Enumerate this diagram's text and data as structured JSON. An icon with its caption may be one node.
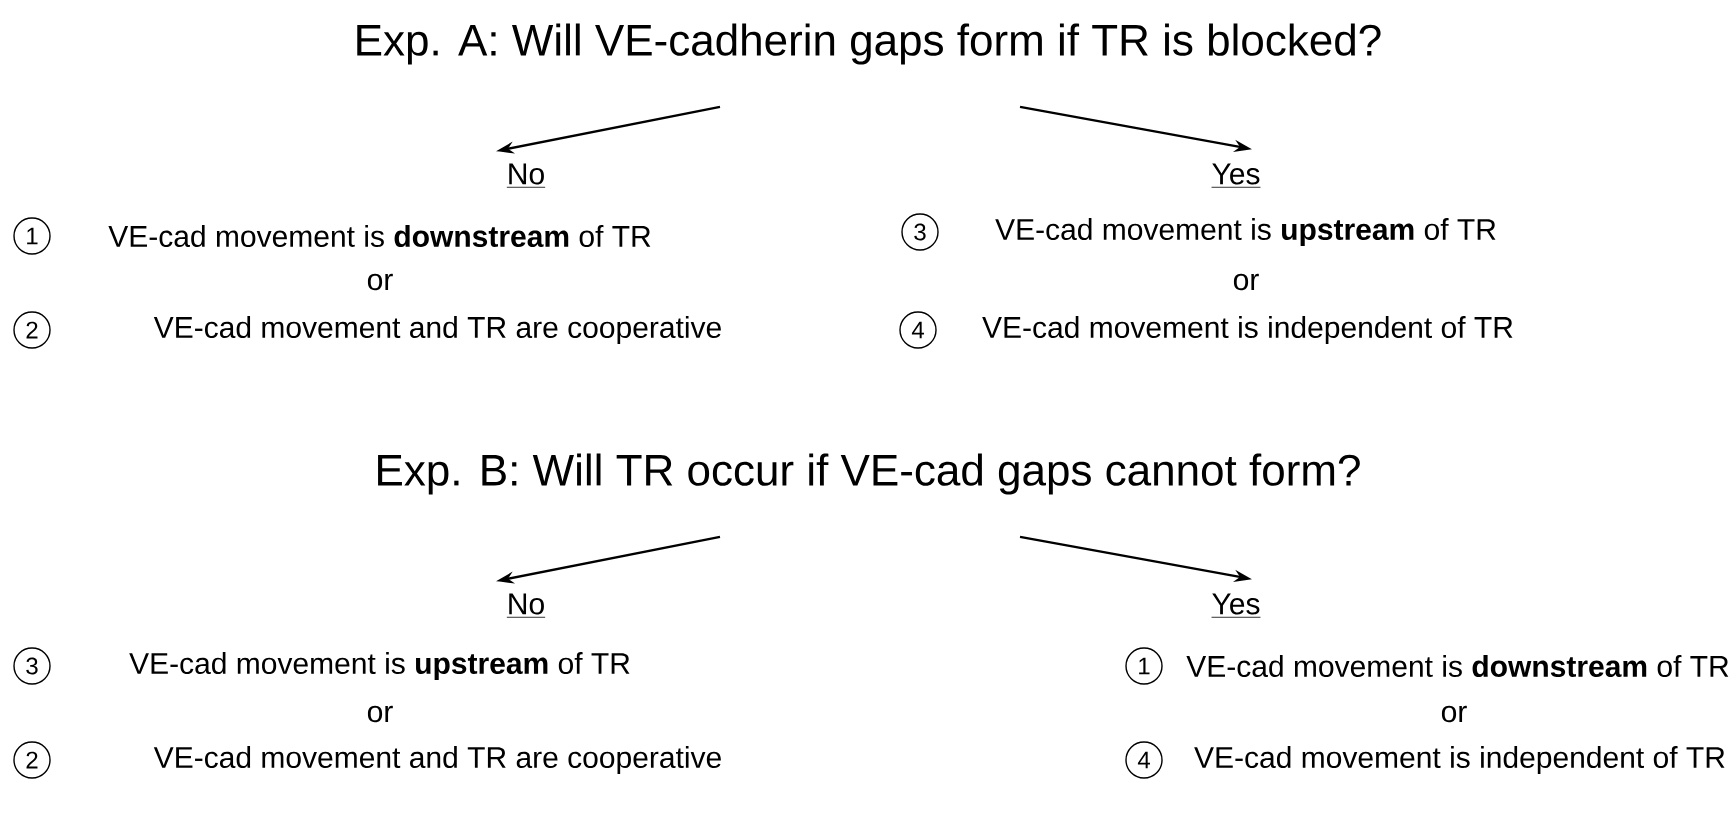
{
  "diagram": {
    "nodes": [
      {
        "text": [
          "Exp. A: Will VE-cadherin gaps form if TR is blocked?"
        ]
      },
      {
        "text": [
          "No"
        ]
      },
      {
        "text": [
          "Yes"
        ]
      },
      {
        "text": [
          "1"
        ]
      },
      {
        "text": [
          "3"
        ]
      },
      {
        "text": [
          "2"
        ]
      },
      {
        "text": [
          "4"
        ]
      },
      {
        "text": [
          "Exp. B: Will TR occur if VE-cad gaps cannot form?"
        ]
      },
      {
        "text": [
          "No"
        ]
      },
      {
        "text": [
          "Yes"
        ]
      },
      {
        "text": [
          "3"
        ]
      },
      {
        "text": [
          "1"
        ]
      },
      {
        "text": [
          "2"
        ]
      },
      {
        "text": [
          "4"
        ]
      }
    ],
    "edges": [
      {
        "from": 0,
        "to": 1,
        "arrow": "to"
      },
      {
        "from": 0,
        "to": 2,
        "arrow": "to"
      },
      {
        "from": 7,
        "to": 8,
        "arrow": "to"
      },
      {
        "from": 7,
        "to": 9,
        "arrow": "to"
      }
    ],
    "labels": [
      "VE-cad movement is **downstream** of TR",
      "VE-cad movement is **upstream** of TR",
      "or",
      "or",
      "VE-cad movement and TR are cooperative",
      "VE-cad movement is independent of TR",
      "VE-cad movement is **upstream** of TR",
      "VE-cad movement is **downstream** of TR",
      "or",
      "or",
      "VE-cad movement and TR are cooperative",
      "VE-cad movement is independent of TR"
    ]
  }
}
